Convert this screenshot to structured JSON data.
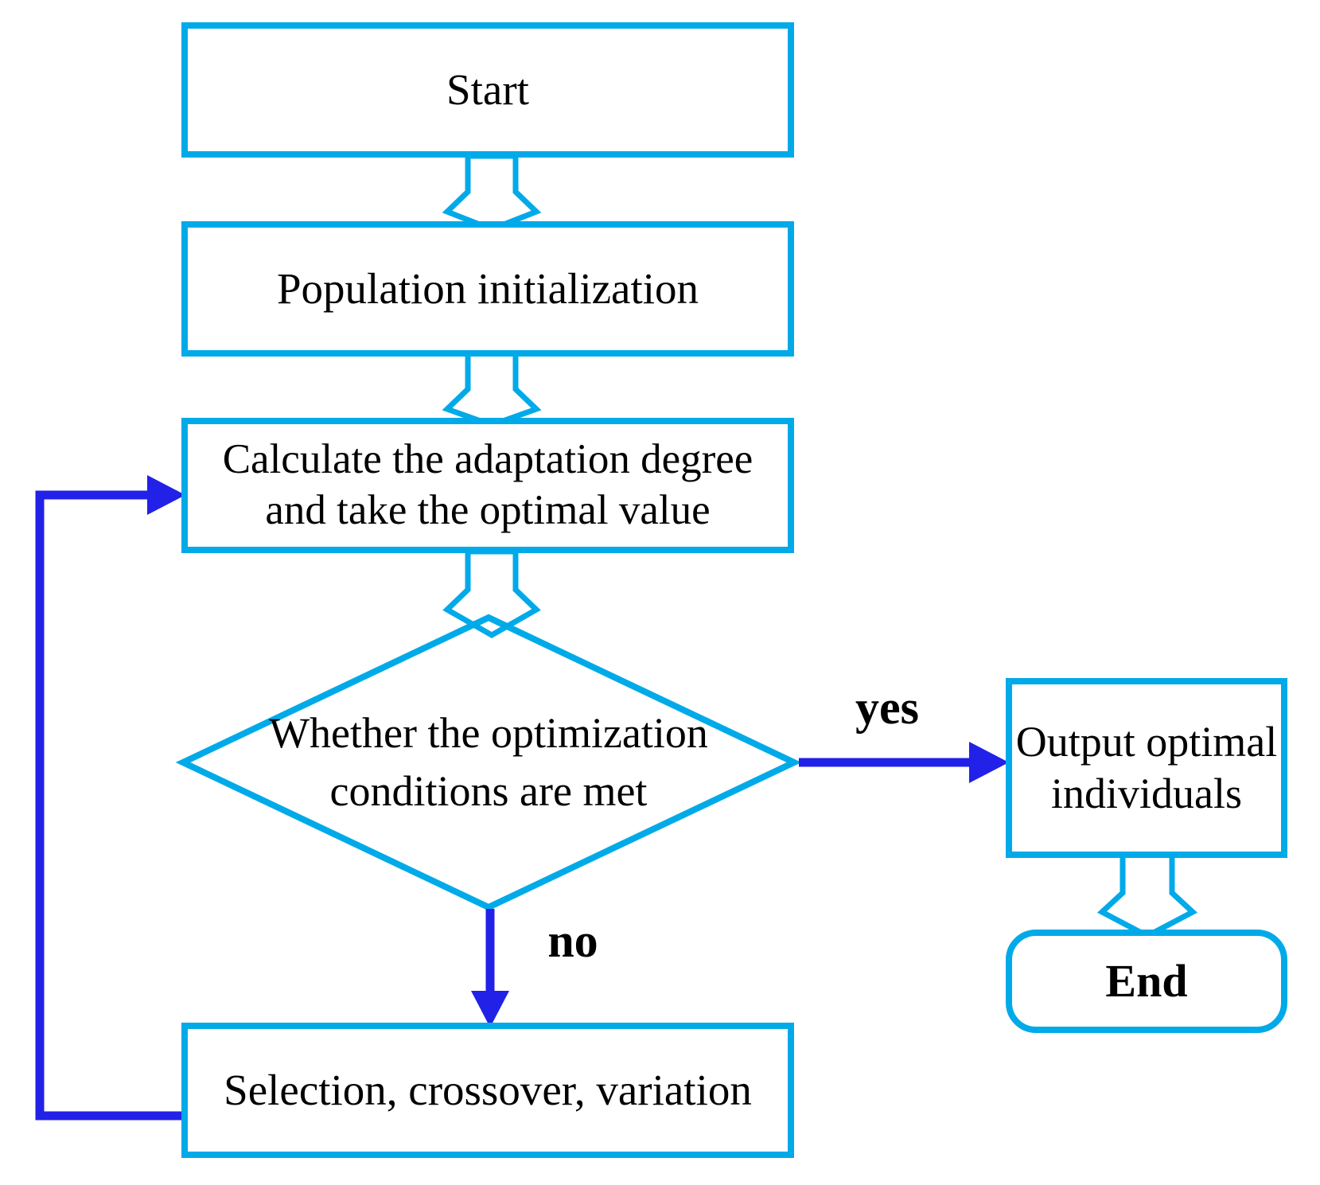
{
  "flowchart": {
    "nodes": {
      "start": {
        "label": "Start",
        "shape": "rectangle"
      },
      "population_initialization": {
        "label": "Population initialization",
        "shape": "rectangle"
      },
      "calculate_adaptation": {
        "label": "Calculate the adaptation degree and take the optimal value",
        "shape": "rectangle"
      },
      "optimization_decision": {
        "label": "Whether the optimization conditions are met",
        "shape": "diamond"
      },
      "output_optimal": {
        "label": "Output optimal individuals",
        "shape": "rectangle"
      },
      "end": {
        "label": "End",
        "shape": "rounded-terminal"
      },
      "selection_crossover_variation": {
        "label": "Selection, crossover, variation",
        "shape": "rectangle"
      }
    },
    "edge_labels": {
      "yes": "yes",
      "no": "no"
    },
    "colors": {
      "shape_outline": "#00AAE8",
      "connector_blue": "#2121E8",
      "text": "#000000",
      "background": "#FFFFFF"
    }
  }
}
